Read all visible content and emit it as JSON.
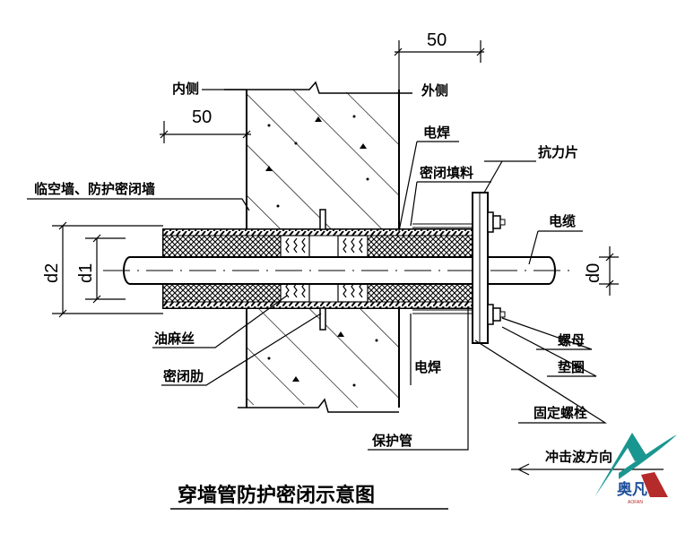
{
  "title": "穿墙管防护密闭示意图",
  "labels": {
    "inner_side": "内侧",
    "outer_side": "外侧",
    "weld_top": "电焊",
    "seal_filler": "密闭填料",
    "resist_plate": "抗力片",
    "cable": "电缆",
    "temp_wall": "临空墙、防护密闭墙",
    "oil_hemp": "油麻丝",
    "seal_rib": "密闭肋",
    "weld_bottom": "电焊",
    "nut": "螺母",
    "washer": "垫圈",
    "fix_bolt": "固定螺栓",
    "protect_pipe": "保护管",
    "shock_dir": "冲击波方向"
  },
  "dims": {
    "top": "50",
    "left": "50",
    "d2": "d2",
    "d1": "d1",
    "d0": "d0"
  },
  "logo": {
    "name": "奥凡",
    "sub": "AOFAN",
    "colors": {
      "teal": "#1a9690",
      "red": "#b52a2a",
      "blue": "#1e4f9a"
    }
  }
}
